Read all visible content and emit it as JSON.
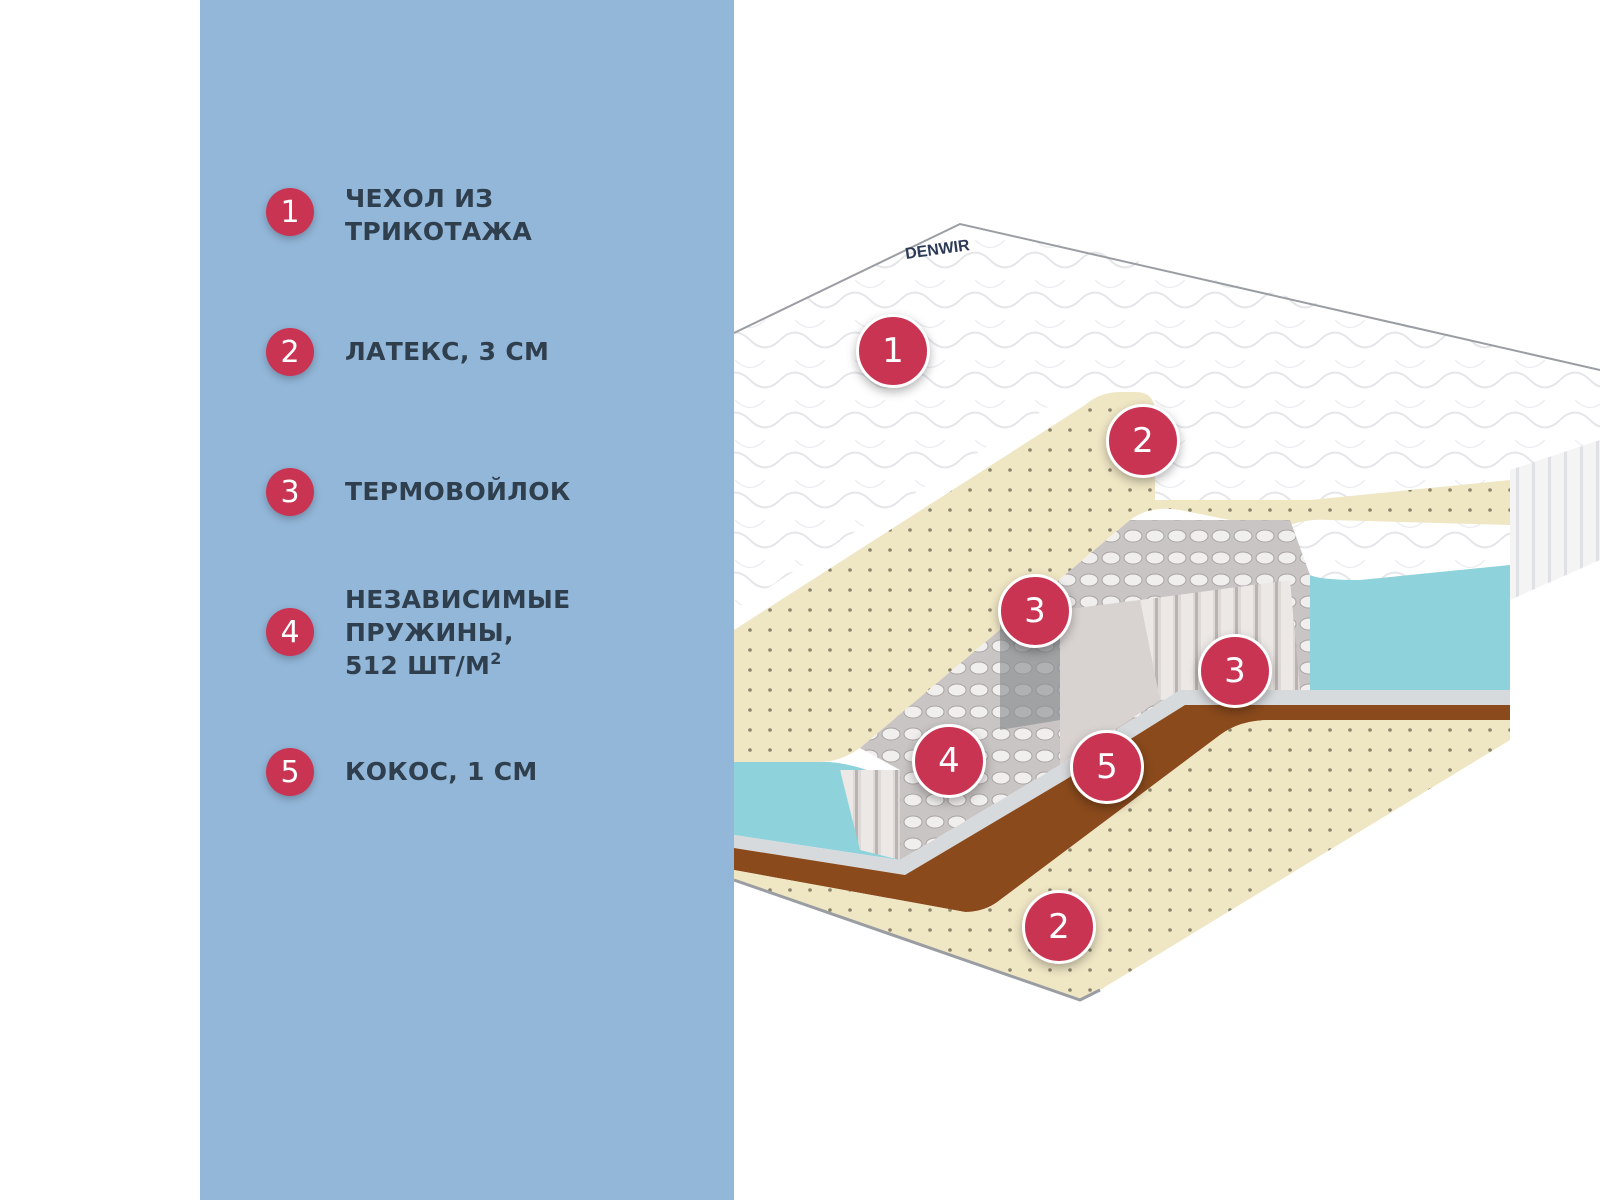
{
  "legend": [
    {
      "number": "1",
      "label": "ЧЕХОЛ ИЗ\nТРИКОТАЖА"
    },
    {
      "number": "2",
      "label": "ЛАТЕКС, 3 СМ"
    },
    {
      "number": "3",
      "label": "ТЕРМОВОЙЛОК"
    },
    {
      "number": "4",
      "label": "НЕЗАВИСИМЫЕ\nПРУЖИНЫ,\n512 ШТ/М",
      "superscript": "2"
    },
    {
      "number": "5",
      "label": "КОКОС, 1 СМ"
    }
  ],
  "brand": {
    "logo_text": "DENWIR"
  },
  "callouts": [
    "1",
    "2",
    "3",
    "3",
    "4",
    "5",
    "2"
  ],
  "colors": {
    "panel": "#93b7d9",
    "badge": "#c93452",
    "text": "#2f3f4e",
    "latex": "#efe6c4",
    "foam": "#8ed3dc",
    "coconut": "#8a4a1c",
    "springs": "#dedad8"
  }
}
